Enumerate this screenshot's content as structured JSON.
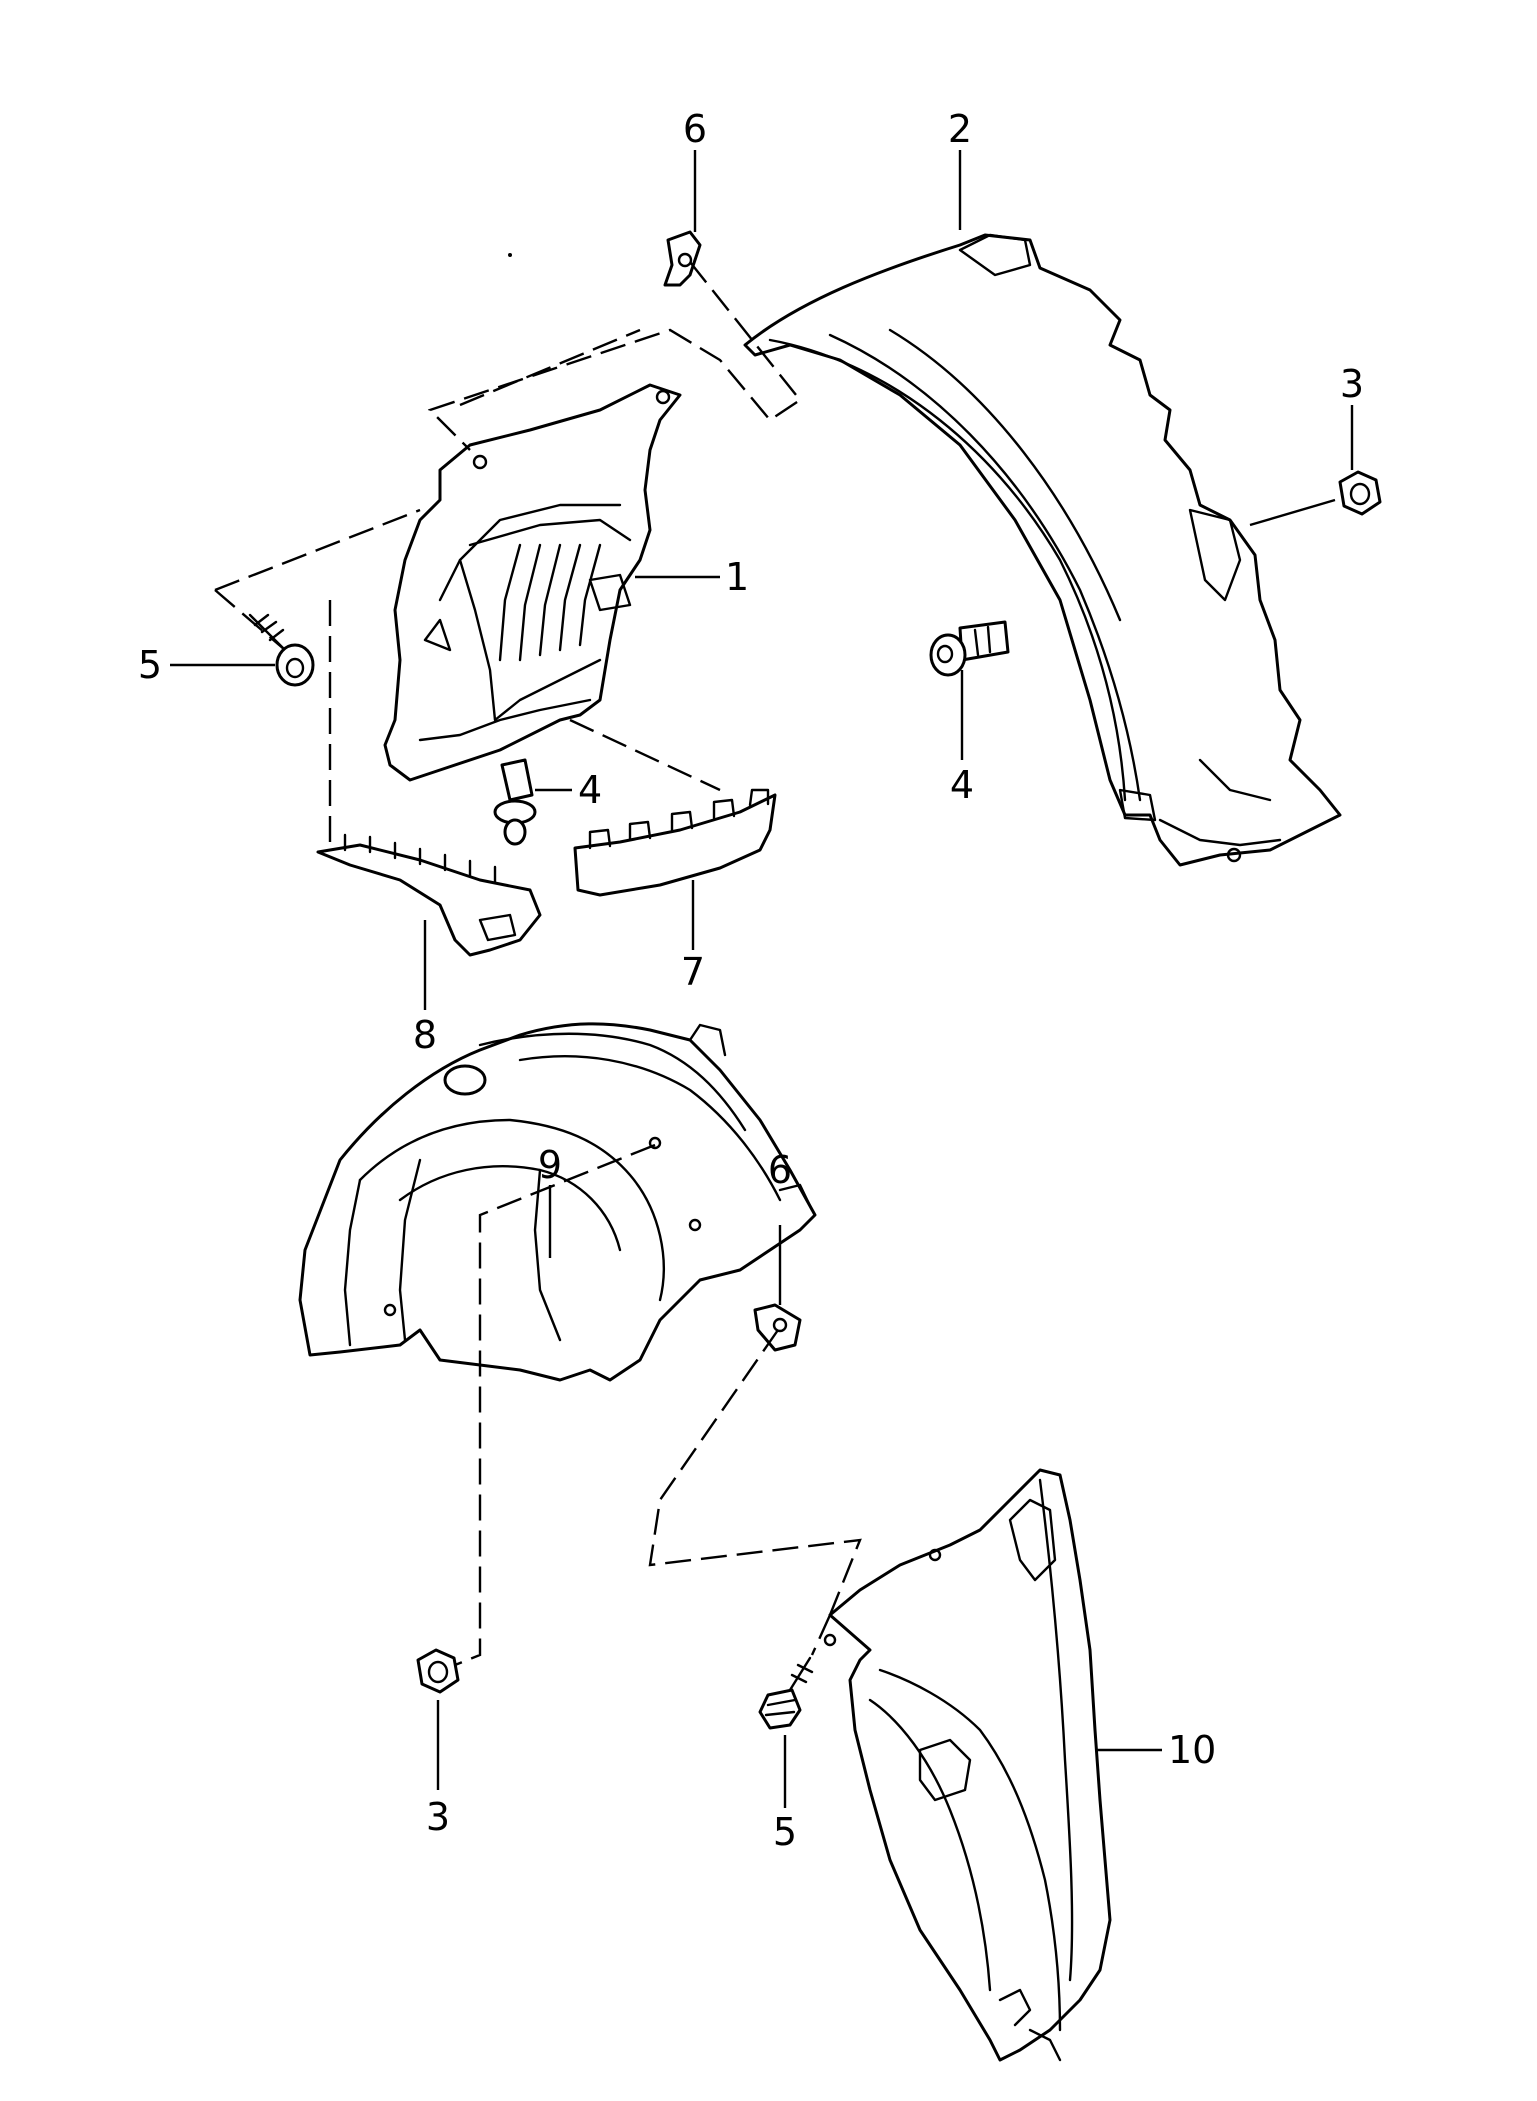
{
  "callouts": {
    "c1": "1",
    "c2": "2",
    "c3_top": "3",
    "c4_left": "4",
    "c4_right": "4",
    "c5_top": "5",
    "c6_top": "6",
    "c7": "7",
    "c8": "8",
    "c9": "9",
    "c6_bottom": "6",
    "c3_bottom": "3",
    "c5_bottom": "5",
    "c10": "10"
  },
  "colors": {
    "line": "#000000",
    "background": "#ffffff"
  }
}
